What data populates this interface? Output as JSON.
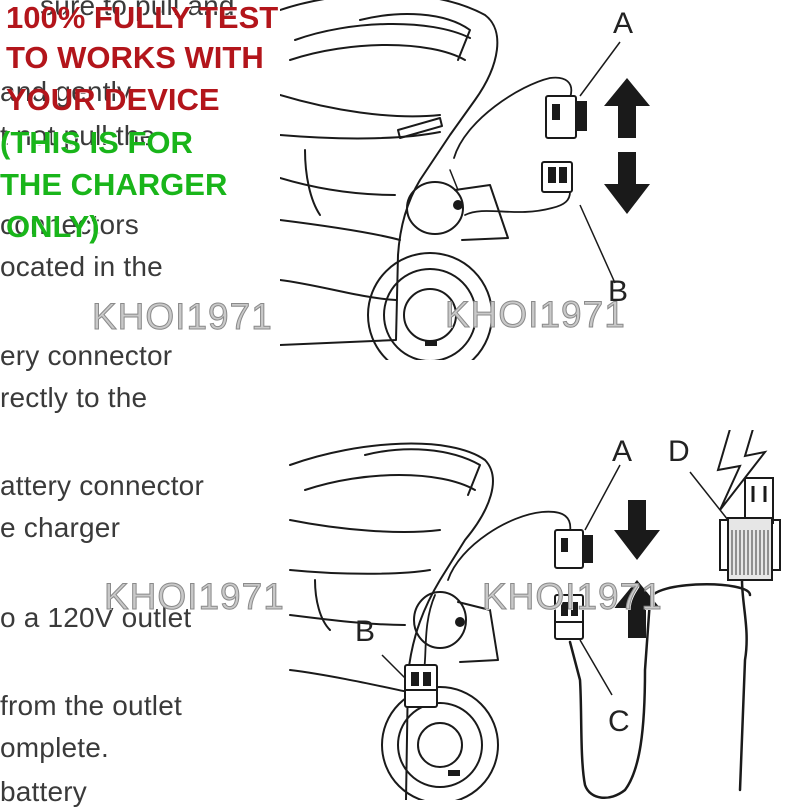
{
  "manual_text": [
    "sure to pull and",
    "and gently",
    "t not pull the",
    "connectors",
    "ocated in the",
    "ery connector",
    "rectly to the",
    "attery connector",
    "e charger",
    "o a 120V outlet",
    "from the outlet",
    "omplete.",
    "battery"
  ],
  "overlay_red": [
    "100% FULLY TEST",
    "TO WORKS WITH",
    "YOUR DEVICE"
  ],
  "overlay_green": [
    "(THIS IS FOR",
    "THE CHARGER",
    "ONLY)"
  ],
  "top_diagram": {
    "callout_a": "A",
    "callout_b": "B",
    "arrows": [
      "up",
      "down"
    ]
  },
  "bottom_diagram": {
    "callout_a": "A",
    "callout_b": "B",
    "callout_c": "C",
    "callout_d": "D",
    "arrows": [
      "down",
      "up"
    ]
  },
  "watermark": "KHOI1971",
  "colors": {
    "overlay_red": "#b3151b",
    "overlay_green": "#19b51a",
    "line_art": "#1a1a1a",
    "manual_text": "#3a3a3a",
    "watermark": "#c9c9c9"
  }
}
